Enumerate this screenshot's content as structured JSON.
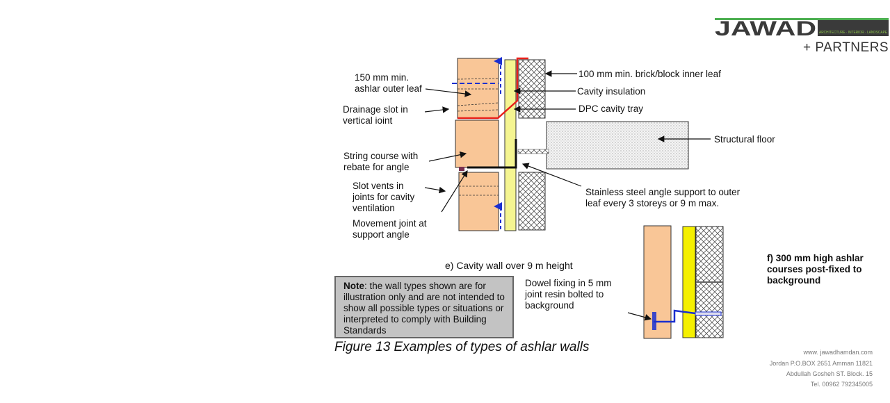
{
  "logo": {
    "word": "JAWAD",
    "tagline": "ARCHITECTURE · INTERIOR · LANDSCAPE",
    "partners": "+ PARTNERS"
  },
  "diagram": {
    "labels_left": {
      "outer_leaf": "150 mm min.\nashlar outer leaf",
      "drainage": "Drainage slot in\nvertical ioint",
      "string_course": "String course with\nrebate for angle",
      "slot_vents": "Slot vents in\njoints for cavity\nventilation",
      "movement_joint": "Movement joint at\nsupport angle"
    },
    "labels_right": {
      "inner_leaf": "100 mm min. brick/block inner leaf",
      "insulation": "Cavity insulation",
      "dpc": "DPC cavity tray",
      "floor": "Structural floor",
      "angle": "Stainless steel angle support to outer\nleaf every 3 storeys or 9 m max."
    },
    "caption_e": "e) Cavity wall over 9 m height",
    "dowel": "Dowel fixing in 5 mm\njoint resin bolted to\nbackground",
    "caption_f": "f) 300 mm high ashlar\ncourses post-fixed to\nbackground",
    "note_bold": "Note",
    "note_text": ": the wall types shown are for illustration only and are not intended to show all possible types or situations or interpreted to comply with Building Standards",
    "figure_caption": "Figure 13 Examples of types of ashlar walls"
  },
  "footer": {
    "website": "www. jawadhamdan.com",
    "address1": "Jordan P.O.BOX 2651 Amman 11821",
    "address2": "Abdullah Gosheh ST. Block. 15",
    "phone": "Tel. 00962 792345005"
  },
  "colors": {
    "stone": "#f9c697",
    "insulation": "#f5f591",
    "insulation_f": "#f5f000",
    "dpc": "#e8201a",
    "dowel": "#1a2fd0",
    "note_bg": "#c3c3c3",
    "logo_dark": "#3a3a3a",
    "logo_green": "#4caf50"
  }
}
